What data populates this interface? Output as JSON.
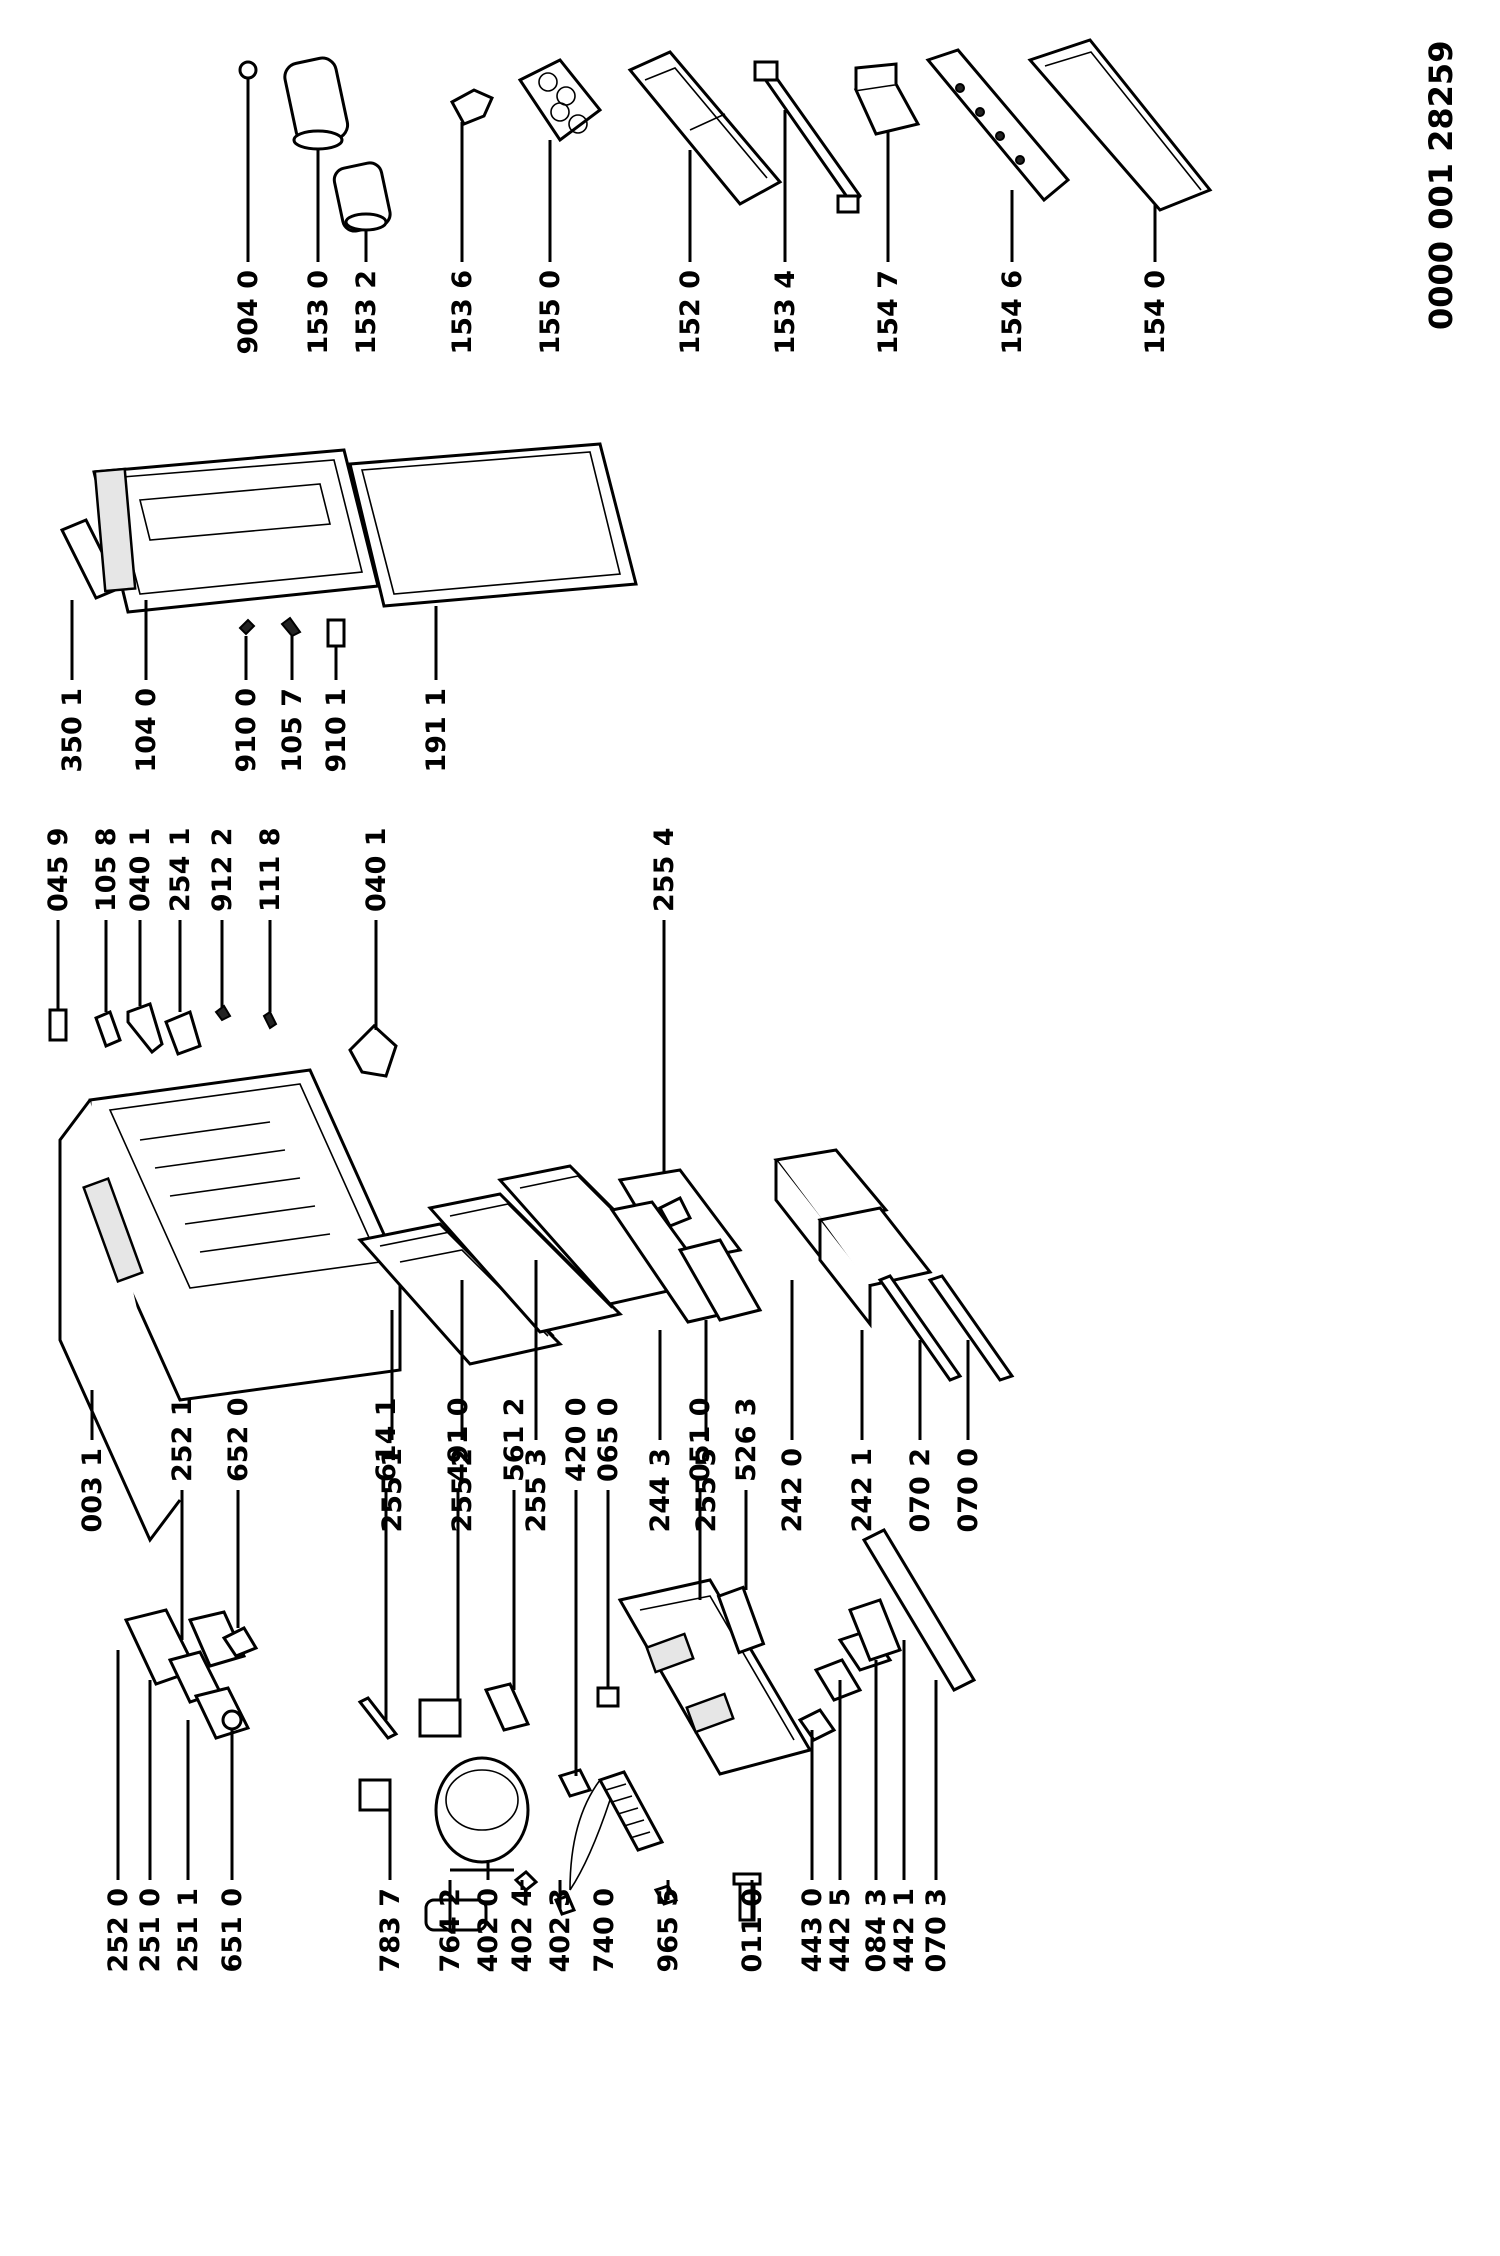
{
  "document_code": "0000 001 28259",
  "parts": [
    {
      "ref": "904 0"
    },
    {
      "ref": "153 0"
    },
    {
      "ref": "153 2"
    },
    {
      "ref": "153 6"
    },
    {
      "ref": "155 0"
    },
    {
      "ref": "152 0"
    },
    {
      "ref": "153 4"
    },
    {
      "ref": "154 7"
    },
    {
      "ref": "154 6"
    },
    {
      "ref": "154 0"
    },
    {
      "ref": "350 1"
    },
    {
      "ref": "104 0"
    },
    {
      "ref": "910 0"
    },
    {
      "ref": "105 7"
    },
    {
      "ref": "910 1"
    },
    {
      "ref": "191 1"
    },
    {
      "ref": "045 9"
    },
    {
      "ref": "105 8"
    },
    {
      "ref": "040 1"
    },
    {
      "ref": "254 1"
    },
    {
      "ref": "912 2"
    },
    {
      "ref": "111 8"
    },
    {
      "ref": "040 1"
    },
    {
      "ref": "003 1"
    },
    {
      "ref": "255 1"
    },
    {
      "ref": "255 2"
    },
    {
      "ref": "255 3"
    },
    {
      "ref": "255 4"
    },
    {
      "ref": "244 3"
    },
    {
      "ref": "255 5"
    },
    {
      "ref": "242 0"
    },
    {
      "ref": "242 1"
    },
    {
      "ref": "070 2"
    },
    {
      "ref": "070 0"
    },
    {
      "ref": "252 1"
    },
    {
      "ref": "652 0"
    },
    {
      "ref": "252 0"
    },
    {
      "ref": "251 0"
    },
    {
      "ref": "251 1"
    },
    {
      "ref": "651 0"
    },
    {
      "ref": "614 1"
    },
    {
      "ref": "491 0"
    },
    {
      "ref": "561 2"
    },
    {
      "ref": "420 0"
    },
    {
      "ref": "065 0"
    },
    {
      "ref": "051 0"
    },
    {
      "ref": "526 3"
    },
    {
      "ref": "783 7"
    },
    {
      "ref": "764 2"
    },
    {
      "ref": "402 0"
    },
    {
      "ref": "402 4"
    },
    {
      "ref": "402 3"
    },
    {
      "ref": "740 0"
    },
    {
      "ref": "965 5"
    },
    {
      "ref": "011 0"
    },
    {
      "ref": "443 0"
    },
    {
      "ref": "442 5"
    },
    {
      "ref": "084 3"
    },
    {
      "ref": "442 1"
    },
    {
      "ref": "070 3"
    }
  ]
}
